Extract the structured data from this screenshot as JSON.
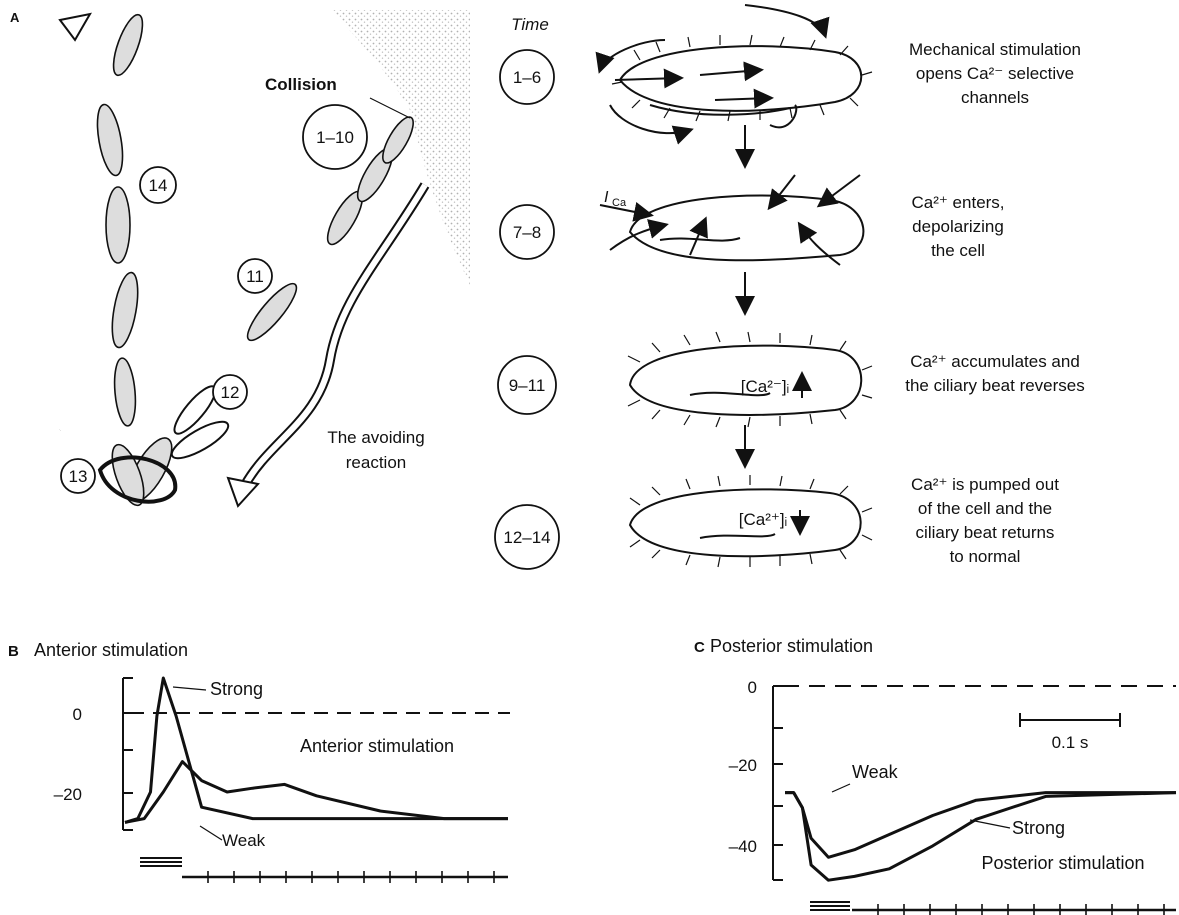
{
  "panel_a": {
    "label": "A",
    "time_header": "Time",
    "collision_label": "Collision",
    "avoiding_label_1": "The avoiding",
    "avoiding_label_2": "reaction",
    "sequence_numbers": [
      "1–10",
      "11",
      "12",
      "13",
      "14"
    ],
    "steps": [
      {
        "time": "1–6",
        "lines": [
          "Mechanical stimulation",
          "opens Ca²⁻ selective",
          "channels"
        ]
      },
      {
        "time": "7–8",
        "lines": [
          "Ca²⁺ enters,",
          "depolarizing",
          "the cell"
        ],
        "current_label": "I",
        "current_sub": "Ca"
      },
      {
        "time": "9–11",
        "lines": [
          "Ca²⁺ accumulates and",
          "the ciliary beat reverses"
        ],
        "inner_label": "[Ca²⁻]ᵢ"
      },
      {
        "time": "12–14",
        "lines": [
          "Ca²⁺ is pumped out",
          "of the cell and the",
          "ciliary beat returns",
          "to normal"
        ],
        "inner_label": "[Ca²⁺]ᵢ"
      }
    ]
  },
  "panel_b": {
    "letter": "B",
    "title": "Anterior stimulation",
    "inner_label": "Anterior stimulation",
    "ticks": [
      "0",
      "–20"
    ],
    "strong_label": "Strong",
    "weak_label": "Weak"
  },
  "panel_c": {
    "letter": "C",
    "title": "Posterior stimulation",
    "inner_label": "Posterior stimulation",
    "ticks": [
      "0",
      "–20",
      "–40"
    ],
    "scale_label": "0.1 s",
    "strong_label": "Strong",
    "weak_label": "Weak"
  },
  "chart_data": [
    {
      "type": "line",
      "title": "Anterior stimulation",
      "ylim": [
        -30,
        10
      ],
      "y_ticks": [
        0,
        -20
      ],
      "series": [
        {
          "name": "Strong",
          "x": [
            0,
            0.02,
            0.04,
            0.05,
            0.06,
            0.08,
            0.12,
            0.2,
            0.3,
            0.4,
            0.6
          ],
          "y": [
            -28,
            -27,
            -20,
            0,
            10,
            0,
            -24,
            -27,
            -27,
            -27,
            -27
          ]
        },
        {
          "name": "Weak",
          "x": [
            0,
            0.03,
            0.06,
            0.09,
            0.12,
            0.16,
            0.2,
            0.25,
            0.3,
            0.4,
            0.5,
            0.6
          ],
          "y": [
            -28,
            -27,
            -20,
            -12,
            -17,
            -20,
            -19,
            -18,
            -21,
            -25,
            -27,
            -27
          ]
        }
      ]
    },
    {
      "type": "line",
      "title": "Posterior stimulation",
      "ylim": [
        -50,
        2
      ],
      "y_ticks": [
        0,
        -20,
        -40
      ],
      "series": [
        {
          "name": "Strong",
          "x": [
            0,
            0.01,
            0.02,
            0.03,
            0.05,
            0.08,
            0.12,
            0.17,
            0.22,
            0.3,
            0.45
          ],
          "y": [
            -26,
            -26,
            -30,
            -45,
            -49,
            -48,
            -46,
            -40,
            -33,
            -27,
            -26
          ]
        },
        {
          "name": "Weak",
          "x": [
            0,
            0.01,
            0.02,
            0.03,
            0.05,
            0.08,
            0.12,
            0.17,
            0.22,
            0.3,
            0.45
          ],
          "y": [
            -26,
            -26,
            -30,
            -38,
            -43,
            -41,
            -37,
            -32,
            -28,
            -26,
            -26
          ]
        }
      ]
    }
  ]
}
